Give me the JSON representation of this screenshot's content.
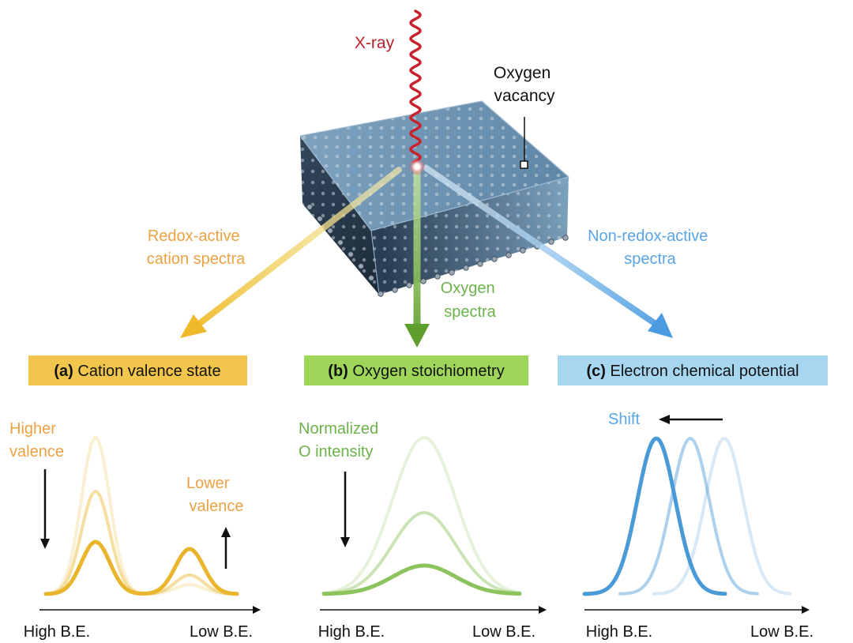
{
  "top": {
    "xray_label": "X-ray",
    "vacancy_label": [
      "Oxygen",
      "vacancy"
    ],
    "redox_label": [
      "Redox-active",
      "cation spectra"
    ],
    "oxygen_label": [
      "Oxygen",
      "spectra"
    ],
    "nonredox_label": [
      "Non-redox-active",
      "spectra"
    ]
  },
  "panels": [
    {
      "letter": "(a)",
      "title": "Cation valence state",
      "color": "#f2c64d",
      "annotations": {
        "higher": [
          "Higher",
          "valence"
        ],
        "lower": [
          "Lower",
          "valence"
        ]
      }
    },
    {
      "letter": "(b)",
      "title": "Oxygen stoichiometry",
      "color": "#9ed65a",
      "annotations": {
        "normalized": [
          "Normalized",
          "O intensity"
        ]
      }
    },
    {
      "letter": "(c)",
      "title": "Electron chemical potential",
      "color": "#a7d6f0",
      "annotations": {
        "shift": "Shift"
      }
    }
  ],
  "axis": {
    "left": "High B.E.",
    "right": "Low B.E."
  },
  "colors": {
    "xray": "#b8232a",
    "cation": "#e9b52c",
    "cation_text": "#eba243",
    "oxygen": "#8cc35c",
    "oxygen_text": "#6cb24a",
    "electron": "#4a9ad8",
    "electron_text": "#5aa5e5",
    "crystal": "#43607c"
  }
}
